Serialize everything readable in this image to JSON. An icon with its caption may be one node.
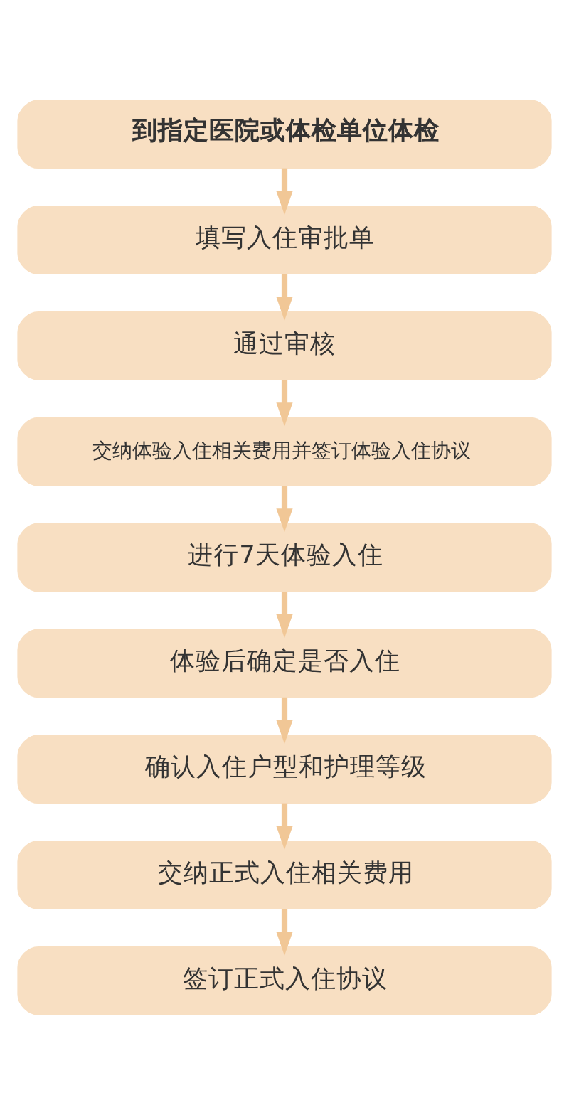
{
  "diagram": {
    "nodes": [
      {
        "text": [
          "到指定医院或体检单位体检"
        ]
      },
      {
        "text": [
          "填写入住审批单"
        ]
      },
      {
        "text": [
          "通过审核"
        ]
      },
      {
        "text": [
          "交纳体验入住相关费用并签订体验入住协议"
        ]
      },
      {
        "text": [
          "进行7天体验入住"
        ]
      },
      {
        "text": [
          "体验后确定是否入住"
        ]
      },
      {
        "text": [
          "确认入住户型和护理等级"
        ]
      },
      {
        "text": [
          "交纳正式入住相关费用"
        ]
      },
      {
        "text": [
          "签订正式入住协议"
        ]
      }
    ],
    "edges": [
      {
        "from": 0,
        "to": 1,
        "arrow": "to"
      },
      {
        "from": 1,
        "to": 2,
        "arrow": "to"
      },
      {
        "from": 2,
        "to": 3,
        "arrow": "to"
      },
      {
        "from": 3,
        "to": 4,
        "arrow": "to"
      },
      {
        "from": 4,
        "to": 5,
        "arrow": "to"
      },
      {
        "from": 5,
        "to": 6,
        "arrow": "to"
      },
      {
        "from": 6,
        "to": 7,
        "arrow": "to"
      },
      {
        "from": 7,
        "to": 8,
        "arrow": "to"
      }
    ]
  }
}
